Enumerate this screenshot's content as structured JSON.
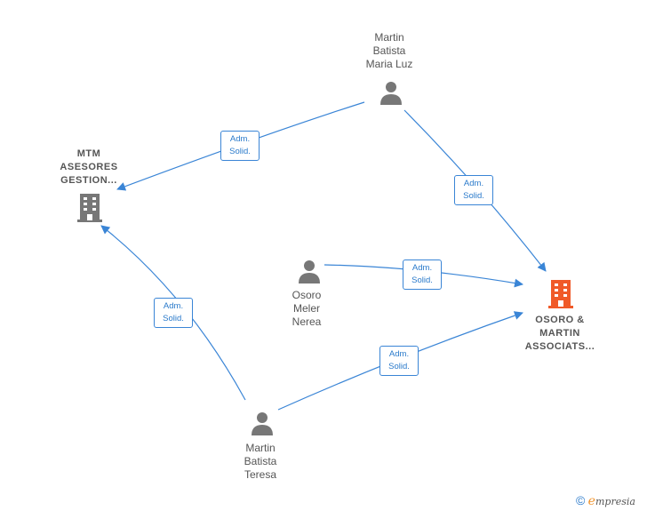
{
  "nodes": {
    "martin_batista_maria_luz": {
      "lines": [
        "Martin",
        "Batista",
        "Maria Luz"
      ]
    },
    "mtm_asesores": {
      "lines": [
        "MTM",
        "ASESORES",
        "GESTION..."
      ]
    },
    "osoro_meler_nerea": {
      "lines": [
        "Osoro",
        "Meler",
        "Nerea"
      ]
    },
    "osoro_martin_associats": {
      "lines": [
        "OSORO &",
        "MARTIN",
        "ASSOCIATS..."
      ]
    },
    "martin_batista_teresa": {
      "lines": [
        "Martin",
        "Batista",
        "Teresa"
      ]
    }
  },
  "edges": [
    {
      "lines": [
        "Adm.",
        "Solid."
      ]
    },
    {
      "lines": [
        "Adm.",
        "Solid."
      ]
    },
    {
      "lines": [
        "Adm.",
        "Solid."
      ]
    },
    {
      "lines": [
        "Adm.",
        "Solid."
      ]
    },
    {
      "lines": [
        "Adm.",
        "Solid."
      ]
    }
  ],
  "colors": {
    "edge": "#3a85d6",
    "person": "#777777",
    "company": "#777777",
    "company_highlight": "#f05a28"
  },
  "footer": {
    "copyright_symbol": "©",
    "brand_initial": "e",
    "brand_rest": "mpresia"
  }
}
